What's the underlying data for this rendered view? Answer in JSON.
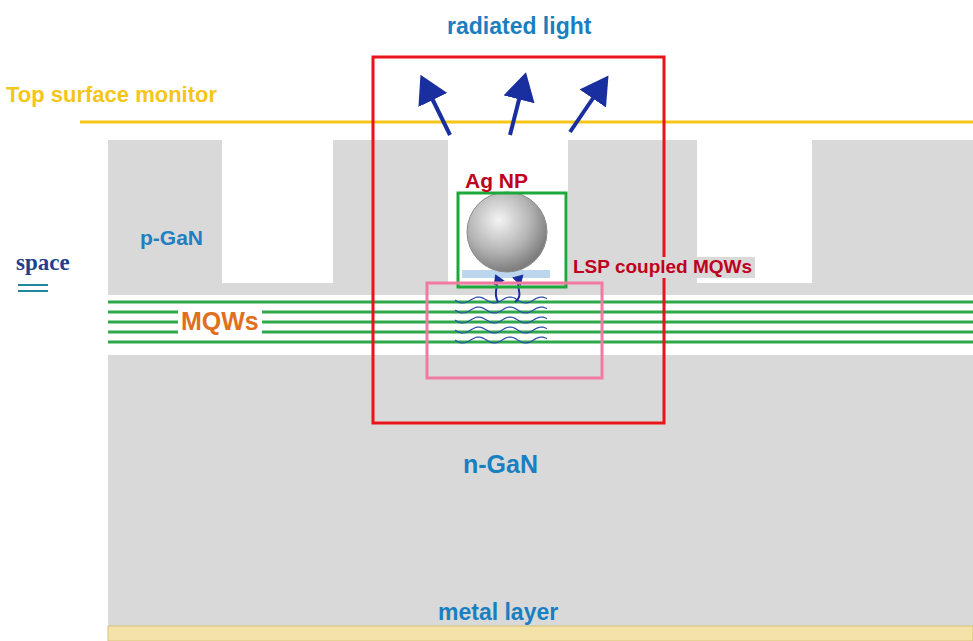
{
  "diagram": {
    "nodes": [
      {
        "text": [
          "p-GaN"
        ]
      },
      {
        "text": [
          "MQWs"
        ]
      },
      {
        "text": [
          "n-GaN"
        ]
      },
      {
        "text": [
          "metal layer"
        ]
      },
      {
        "text": [
          "Ag NP"
        ],
        "in": 0
      }
    ],
    "labels": [
      "radiated light",
      "Top surface monitor",
      "LSP coupled MQWs",
      "space"
    ]
  }
}
